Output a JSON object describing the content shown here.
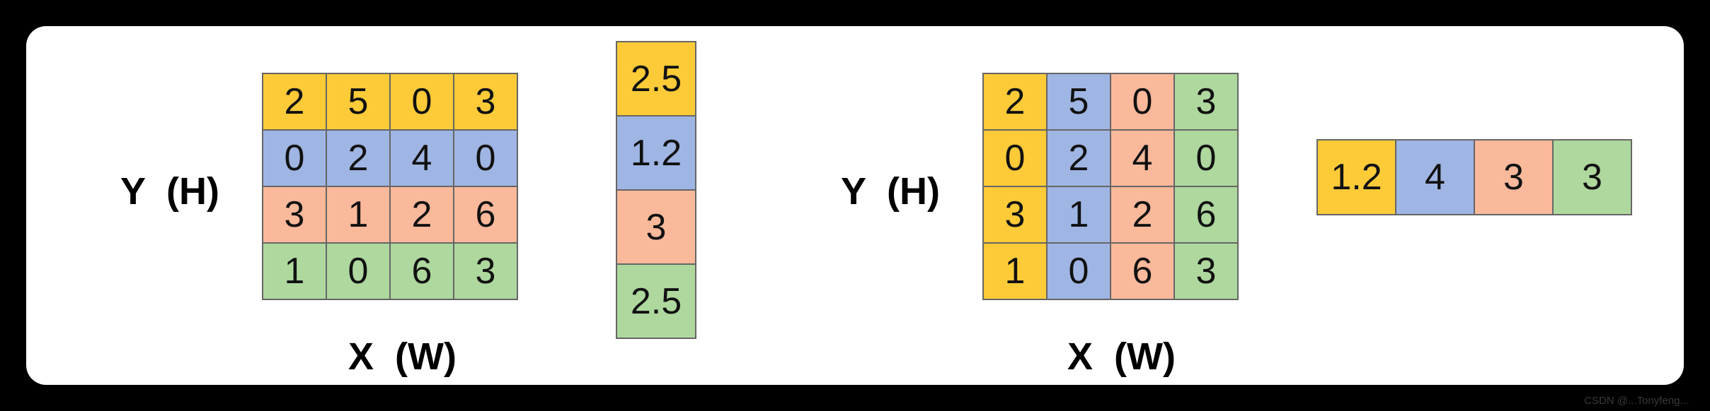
{
  "colors": {
    "yellow": "#fdcb38",
    "blue": "#9fb5e3",
    "orange": "#fab99b",
    "green": "#aed89e",
    "background": "#ffffff",
    "frame": "#000000"
  },
  "left_diagram": {
    "matrix": [
      [
        "2",
        "5",
        "0",
        "3"
      ],
      [
        "0",
        "2",
        "4",
        "0"
      ],
      [
        "3",
        "1",
        "2",
        "6"
      ],
      [
        "1",
        "0",
        "6",
        "3"
      ]
    ],
    "color_by": "row",
    "result": [
      "2.5",
      "1.2",
      "3",
      "2.5"
    ],
    "y_label": "Y  (H)",
    "x_label": "X  (W)"
  },
  "right_diagram": {
    "matrix": [
      [
        "2",
        "5",
        "0",
        "3"
      ],
      [
        "0",
        "2",
        "4",
        "0"
      ],
      [
        "3",
        "1",
        "2",
        "6"
      ],
      [
        "1",
        "0",
        "6",
        "3"
      ]
    ],
    "color_by": "column",
    "result": [
      "1.2",
      "4",
      "3",
      "3"
    ],
    "y_label": "Y  (H)",
    "x_label": "X  (W)"
  },
  "watermark": "CSDN @...Tonyfeng..."
}
